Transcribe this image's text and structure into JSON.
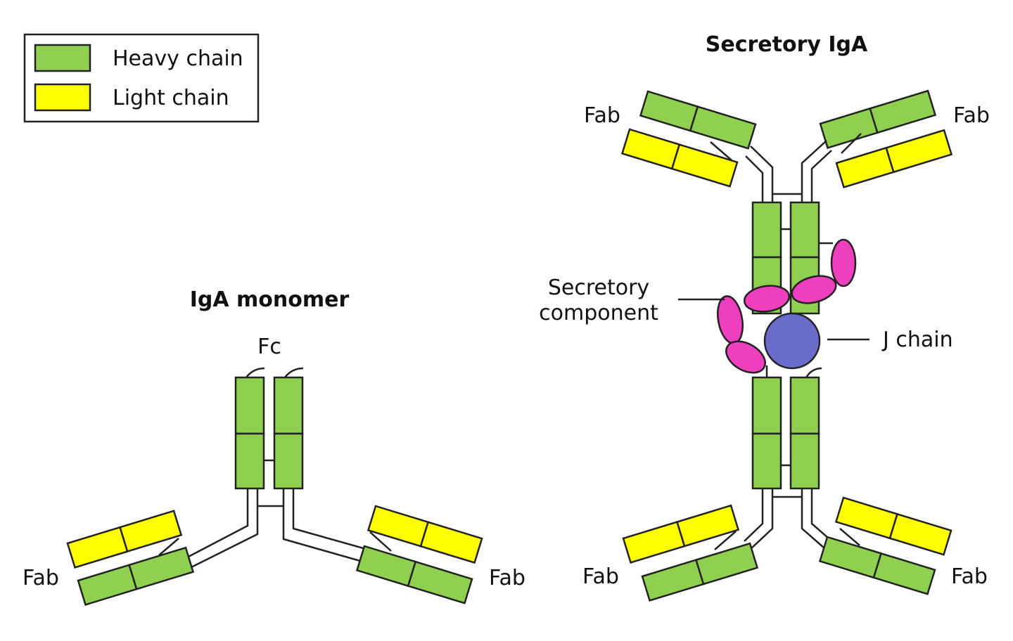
{
  "colors": {
    "heavy_chain": "#8fd050",
    "light_chain": "#ffff00",
    "secretory_component": "#ee3fbe",
    "j_chain": "#6b6bcc",
    "outline": "#222222"
  },
  "legend": {
    "heavy_label": "Heavy chain",
    "light_label": "Light chain"
  },
  "monomer": {
    "title": "IgA monomer",
    "fc_label": "Fc",
    "fab_left": "Fab",
    "fab_right": "Fab"
  },
  "secretory": {
    "title": "Secretory IgA",
    "fab_top_left": "Fab",
    "fab_top_right": "Fab",
    "fab_bottom_left": "Fab",
    "fab_bottom_right": "Fab",
    "secretory_component_line1": "Secretory",
    "secretory_component_line2": "component",
    "j_chain_label": "J chain"
  }
}
